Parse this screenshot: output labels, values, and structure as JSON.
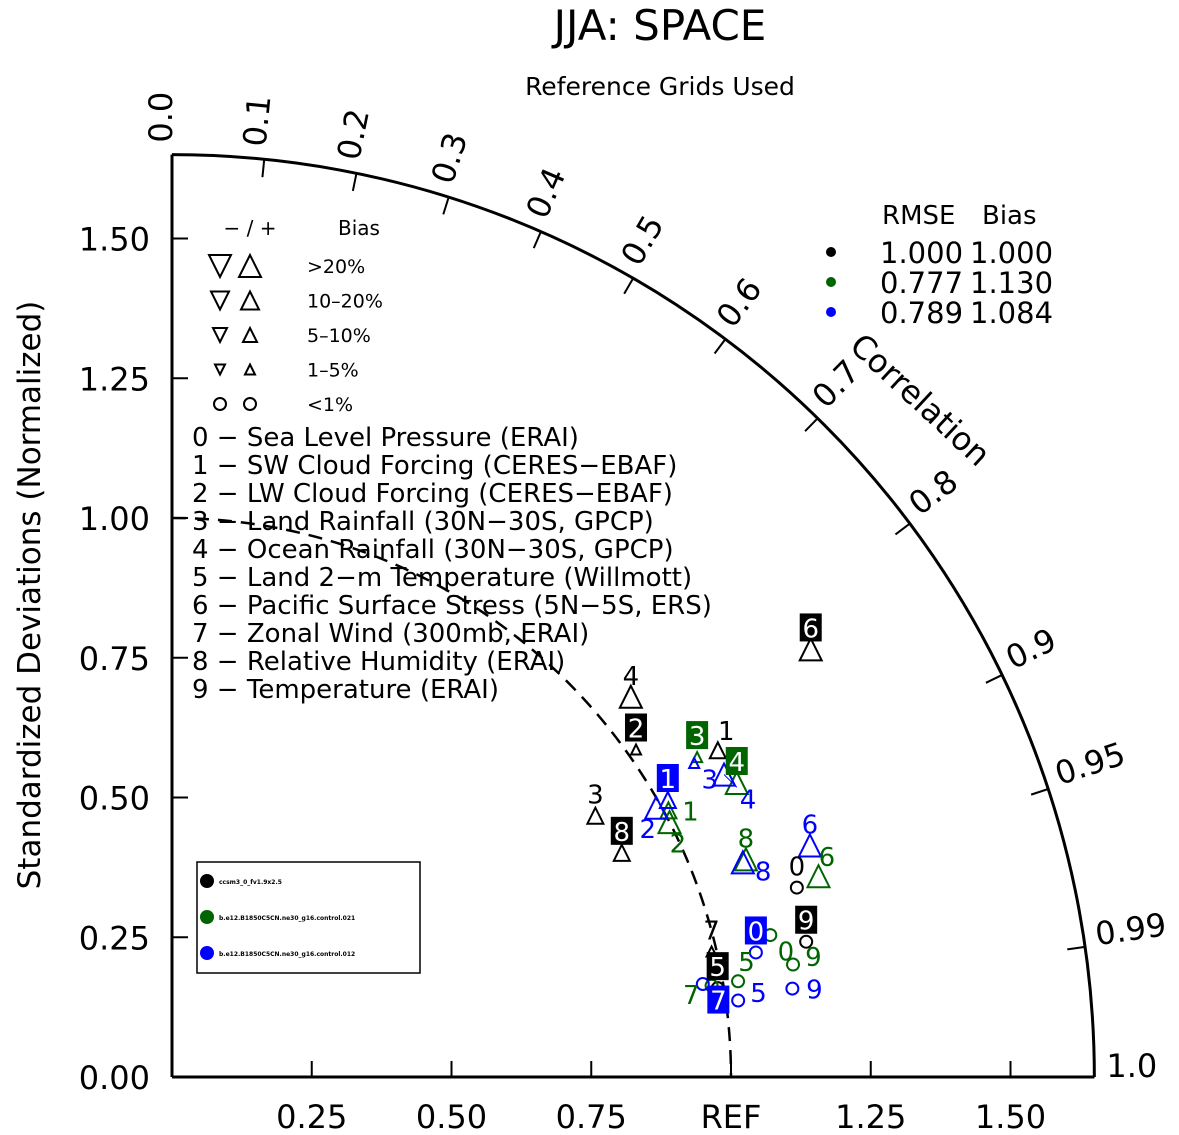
{
  "chart_data": {
    "type": "scatter",
    "subtype": "taylor-diagram",
    "title": "JJA: SPACE",
    "subtitle": "Reference Grids Used",
    "ylabel": "Standardized Deviations (Normalized)",
    "arc_label": "Correlation",
    "std_range": [
      0,
      1.65
    ],
    "std_ticks": [
      "0.00",
      "0.25",
      "0.50",
      "0.75",
      "1.00",
      "1.25",
      "1.50"
    ],
    "x_ticks": [
      "0.25",
      "0.50",
      "0.75",
      "REF",
      "1.25",
      "1.50"
    ],
    "corr_ticks": [
      "0.0",
      "0.1",
      "0.2",
      "0.3",
      "0.4",
      "0.5",
      "0.6",
      "0.7",
      "0.8",
      "0.9",
      "0.95",
      "0.99",
      "1.0"
    ],
    "bias_legend": {
      "header_sign": "− / +",
      "header_bias": "Bias",
      "rows": [
        ">20%",
        "10–20%",
        "5–10%",
        "1–5%",
        "<1%"
      ]
    },
    "stats_table": {
      "header_rmse": "RMSE",
      "header_bias": "Bias",
      "rows": [
        {
          "color": "#000000",
          "rmse": "1.000",
          "bias": "1.000"
        },
        {
          "color": "#006400",
          "rmse": "0.777",
          "bias": "1.130"
        },
        {
          "color": "#0000ff",
          "rmse": "0.789",
          "bias": "1.084"
        }
      ]
    },
    "cases": [
      {
        "name": "ccsm3_0_fv1.9x2.5",
        "color": "#000000"
      },
      {
        "name": "b.e12.B1850C5CN.ne30_g16.control.021",
        "color": "#006400"
      },
      {
        "name": "b.e12.B1850C5CN.ne30_g16.control.012",
        "color": "#0000ff"
      }
    ],
    "variables": [
      "0 − Sea Level Pressure (ERAI)",
      "1 − SW Cloud Forcing (CERES−EBAF)",
      "2 − LW Cloud Forcing (CERES−EBAF)",
      "3 − Land Rainfall (30N−30S, GPCP)",
      "4 − Ocean Rainfall (30N−30S, GPCP)",
      "5 − Land 2−m Temperature (Willmott)",
      "6 − Pacific Surface Stress (5N−5S, ERS)",
      "7 − Zonal Wind (300mb, ERAI)",
      "8 − Relative Humidity (ERAI)",
      "9 − Temperature (ERAI)"
    ],
    "series": [
      {
        "case": 0,
        "points": [
          {
            "id": "0",
            "std": 1.168,
            "corr": 0.957,
            "marker": "circle",
            "size": 2,
            "boxed": false
          },
          {
            "id": "1",
            "std": 1.138,
            "corr": 0.858,
            "marker": "up",
            "size": 2,
            "boxed": false
          },
          {
            "id": "2",
            "std": 1.016,
            "corr": 0.817,
            "marker": "up",
            "size": 1,
            "boxed": true
          },
          {
            "id": "3",
            "std": 0.89,
            "corr": 0.851,
            "marker": "up",
            "size": 2,
            "boxed": false
          },
          {
            "id": "4",
            "std": 1.066,
            "corr": 0.77,
            "marker": "up",
            "size": 3,
            "boxed": false
          },
          {
            "id": "5",
            "std": 0.989,
            "corr": 0.987,
            "marker": "circle",
            "size": 2,
            "boxed": true
          },
          {
            "id": "6",
            "std": 1.375,
            "corr": 0.831,
            "marker": "up",
            "size": 3,
            "boxed": true
          },
          {
            "id": "7",
            "std": 0.991,
            "corr": 0.974,
            "marker": "up",
            "size": 1,
            "boxed": false
          },
          {
            "id": "8",
            "std": 0.899,
            "corr": 0.895,
            "marker": "up",
            "size": 2,
            "boxed": true
          },
          {
            "id": "9",
            "std": 1.16,
            "corr": 0.978,
            "marker": "circle",
            "size": 2,
            "boxed": true
          }
        ]
      },
      {
        "case": 1,
        "points": [
          {
            "id": "0",
            "std": 1.1,
            "corr": 0.973,
            "marker": "circle",
            "size": 2,
            "boxed": false
          },
          {
            "id": "1",
            "std": 1.008,
            "corr": 0.881,
            "marker": "up",
            "size": 2,
            "boxed": false
          },
          {
            "id": "2",
            "std": 1.0,
            "corr": 0.89,
            "marker": "up",
            "size": 3,
            "boxed": false
          },
          {
            "id": "3",
            "std": 1.1,
            "corr": 0.854,
            "marker": "up",
            "size": 1,
            "boxed": true
          },
          {
            "id": "4",
            "std": 1.139,
            "corr": 0.887,
            "marker": "up",
            "size": 3,
            "boxed": true
          },
          {
            "id": "5",
            "std": 1.027,
            "corr": 0.986,
            "marker": "circle",
            "size": 2,
            "boxed": false
          },
          {
            "id": "6",
            "std": 1.211,
            "corr": 0.955,
            "marker": "up",
            "size": 3,
            "boxed": false
          },
          {
            "id": "7",
            "std": 0.979,
            "corr": 0.986,
            "marker": "circle",
            "size": 2,
            "boxed": false
          },
          {
            "id": "8",
            "std": 1.098,
            "corr": 0.935,
            "marker": "up",
            "size": 3,
            "boxed": false
          },
          {
            "id": "9",
            "std": 1.129,
            "corr": 0.984,
            "marker": "circle",
            "size": 2,
            "boxed": false
          }
        ]
      },
      {
        "case": 2,
        "points": [
          {
            "id": "0",
            "std": 1.068,
            "corr": 0.978,
            "marker": "circle",
            "size": 2,
            "boxed": true
          },
          {
            "id": "1",
            "std": 1.016,
            "corr": 0.873,
            "marker": "up",
            "size": 2,
            "boxed": true
          },
          {
            "id": "2",
            "std": 0.991,
            "corr": 0.874,
            "marker": "up",
            "size": 3,
            "boxed": false
          },
          {
            "id": "3",
            "std": 1.09,
            "corr": 0.857,
            "marker": "up",
            "size": 1,
            "boxed": false
          },
          {
            "id": "4",
            "std": 1.126,
            "corr": 0.877,
            "marker": "up",
            "size": 3,
            "boxed": false
          },
          {
            "id": "5",
            "std": 1.022,
            "corr": 0.991,
            "marker": "circle",
            "size": 2,
            "boxed": false
          },
          {
            "id": "6",
            "std": 1.214,
            "corr": 0.94,
            "marker": "up",
            "size": 3,
            "boxed": false
          },
          {
            "id": "7",
            "std": 0.964,
            "corr": 0.985,
            "marker": "circle",
            "size": 2,
            "boxed": true
          },
          {
            "id": "8",
            "std": 1.091,
            "corr": 0.936,
            "marker": "up",
            "size": 3,
            "boxed": false
          },
          {
            "id": "9",
            "std": 1.121,
            "corr": 0.99,
            "marker": "circle",
            "size": 2,
            "boxed": false
          }
        ]
      }
    ]
  }
}
